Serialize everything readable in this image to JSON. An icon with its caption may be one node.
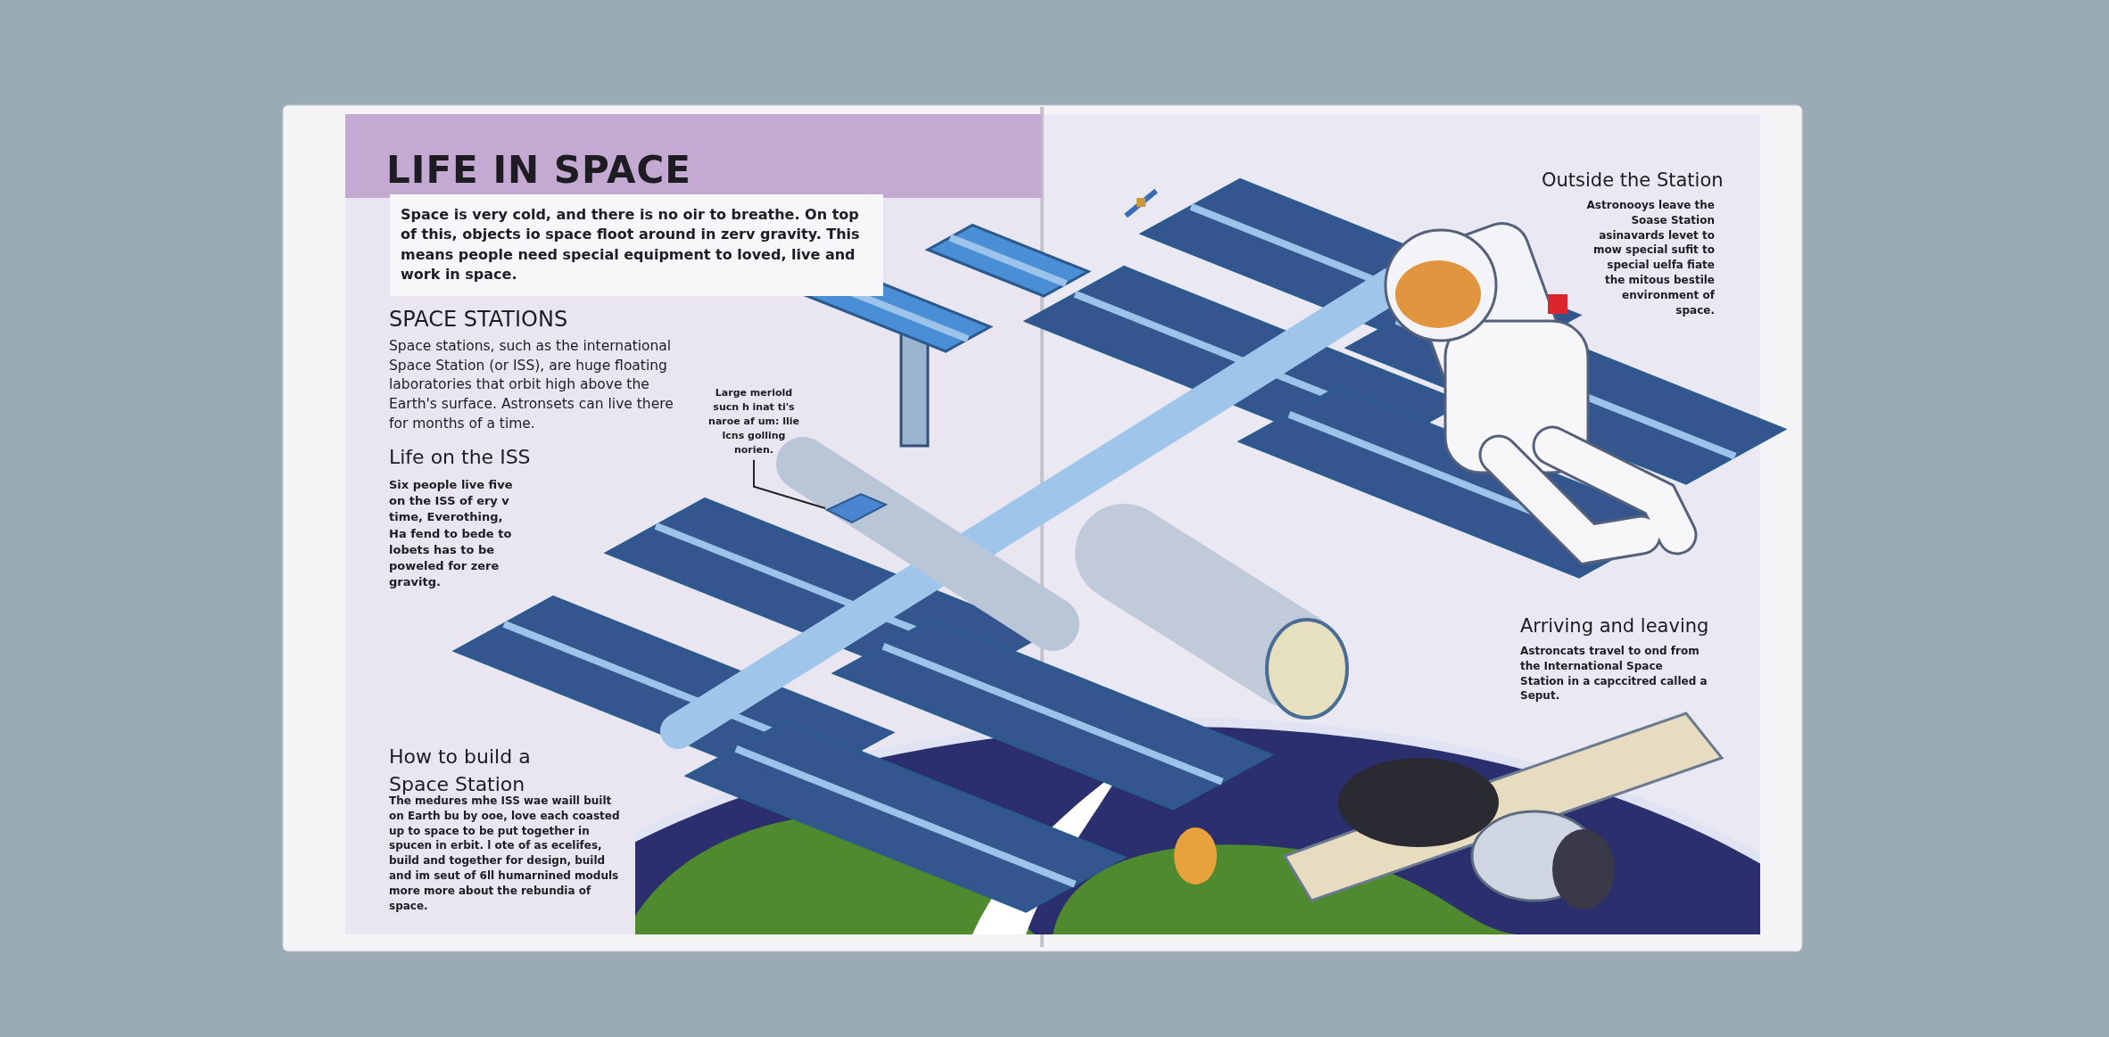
{
  "diagram": {
    "title": "LIFE IN SPACE",
    "nodes": [
      {
        "text": [
          "Large meriold sucn h inat ti's naroe af um: llie lcns golling norien."
        ]
      },
      {
        "text": [],
        "shape": "picture"
      }
    ],
    "edges": [
      {
        "from": 0,
        "to": 1,
        "arrow": "none"
      }
    ],
    "labels": [
      "Space is very cold, and there is no oir to breathe. On top of this, objects io space floot around in zerv gravity. This means people need special equipment to loved, live and work in space.",
      "SPACE STATIONS",
      "Space stations, such as the international Space Station (or ISS), are huge floating laboratories that orbit high above the Earth's surface. Astronsets can live there for months of a time.",
      "Life on the ISS",
      "Six people live five on the ISS of ery v time, Everothing, Ha fend to bede to lobets has to be poweled for zere gravitg.",
      "How to build a Space Station",
      "The medures mhe ISS wae waill built on Earth bu by ooe, love each coasted up to space to be put together in spucen in erbit. l ote of as ecelifes, build and together for design, build and im seut of 6ll humarnined moduls more more about the rebundia of space.",
      "Outside the Station",
      "Astronooys leave the Soase Station asinavards levet to mow special sufit to special uelfa fiate the mitous bestile environment of space.",
      "Arriving and leaving",
      "Astroncats travel to ond from the International Space Station in a capccitred called a Seput."
    ]
  }
}
